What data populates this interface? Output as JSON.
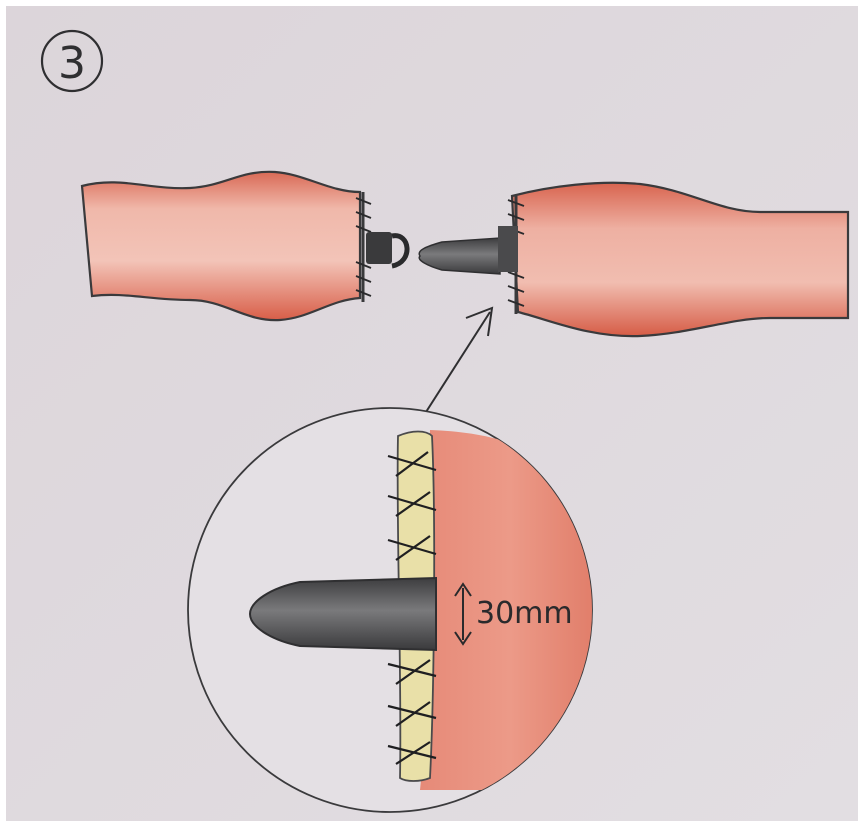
{
  "step_label": "3",
  "dimension_label": "30mm",
  "colors": {
    "paper": "#ddd8dc",
    "bowel_fill": "#e8a094",
    "bowel_shade": "#d9604a",
    "outline": "#3a3a3c",
    "anvil_metal": "#5c5c5e",
    "tissue_edge": "#e9e0a8"
  },
  "icons": {
    "step_badge": "circled-number",
    "anvil": "stapler-anvil-icon",
    "stapler": "circular-stapler-icon",
    "measure": "double-arrow-icon"
  }
}
